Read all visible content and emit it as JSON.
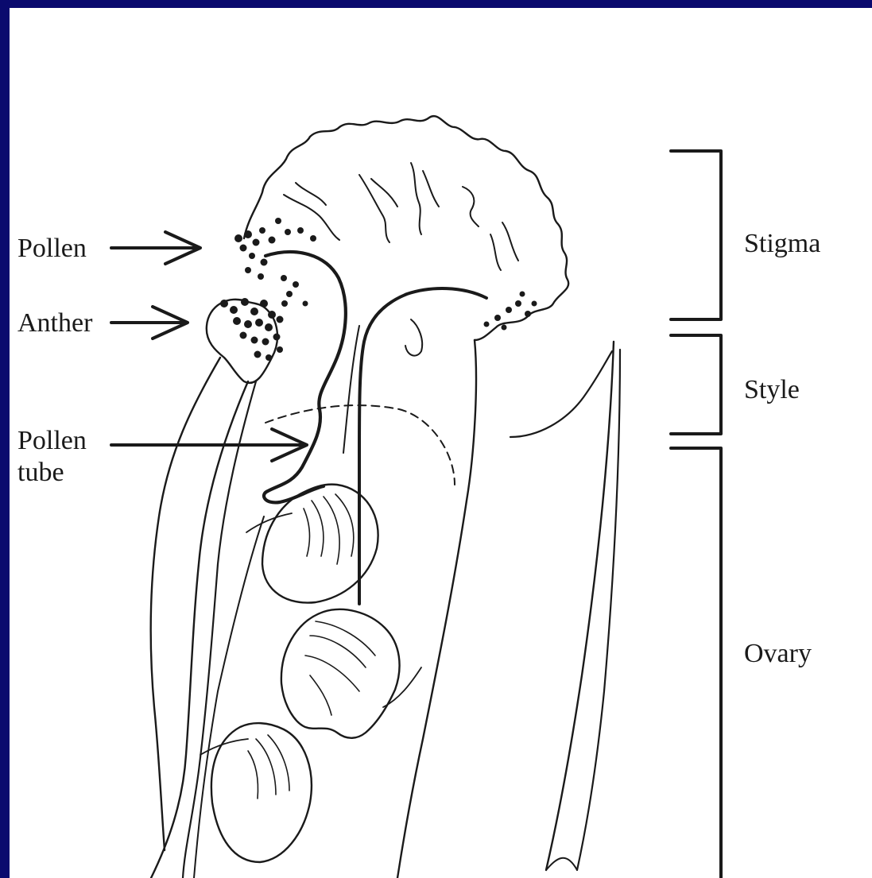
{
  "diagram": {
    "left_labels": {
      "pollen": "Pollen",
      "anther": "Anther",
      "pollen_tube_line1": "Pollen",
      "pollen_tube_line2": "tube"
    },
    "right_labels": {
      "stigma": "Stigma",
      "style": "Style",
      "ovary": "Ovary"
    },
    "colors": {
      "border": "#0a0a6e",
      "background": "#ffffff",
      "ink": "#1a1a1a"
    }
  }
}
